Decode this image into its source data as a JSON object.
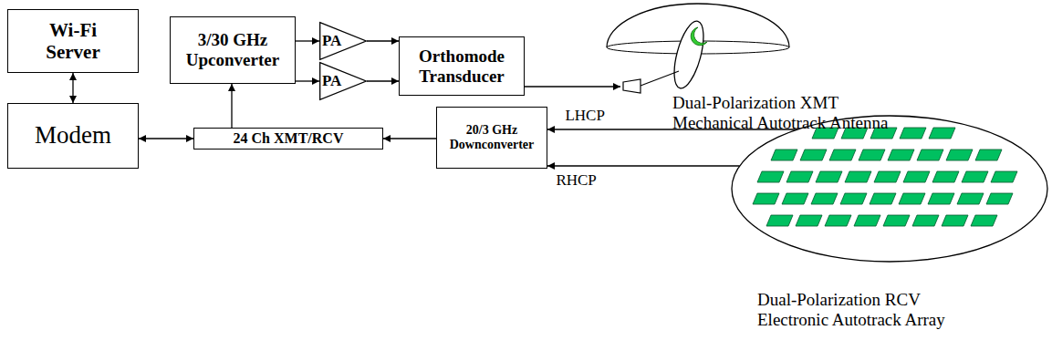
{
  "diagram": {
    "nodes": [
      {
        "text": [
          "Wi-Fi Server"
        ]
      },
      {
        "text": [
          "3/30 GHz Upconverter"
        ]
      },
      {
        "text": [
          "PA"
        ]
      },
      {
        "text": [
          "PA"
        ]
      },
      {
        "text": [
          "Orthomode Transducer"
        ]
      },
      {
        "text": [
          "Dual-Polarization XMT Mechanical Autotrack Antenna"
        ]
      },
      {
        "text": [
          "Modem"
        ]
      },
      {
        "text": [
          "24 Ch XMT/RCV"
        ]
      },
      {
        "text": [
          "20/3 GHz Downconverter"
        ]
      },
      {
        "text": [
          "Dual-Polarization RCV Electronic Autotrack Array"
        ]
      }
    ],
    "edges": [
      {
        "from": 0,
        "to": 6,
        "arrow": "both"
      },
      {
        "from": 6,
        "to": 7,
        "arrow": "both"
      },
      {
        "from": 7,
        "to": 1,
        "arrow": "to"
      },
      {
        "from": 1,
        "to": 2,
        "arrow": "to"
      },
      {
        "from": 1,
        "to": 3,
        "arrow": "to"
      },
      {
        "from": 2,
        "to": 4,
        "arrow": "to"
      },
      {
        "from": 3,
        "to": 4,
        "arrow": "to"
      },
      {
        "from": 4,
        "to": 5,
        "arrow": "to"
      },
      {
        "from": 8,
        "to": 7,
        "arrow": "to"
      },
      {
        "from": 9,
        "to": 8,
        "label": "LHCP",
        "arrow": "to"
      },
      {
        "from": 9,
        "to": 8,
        "label": "RHCP",
        "arrow": "to"
      }
    ]
  }
}
